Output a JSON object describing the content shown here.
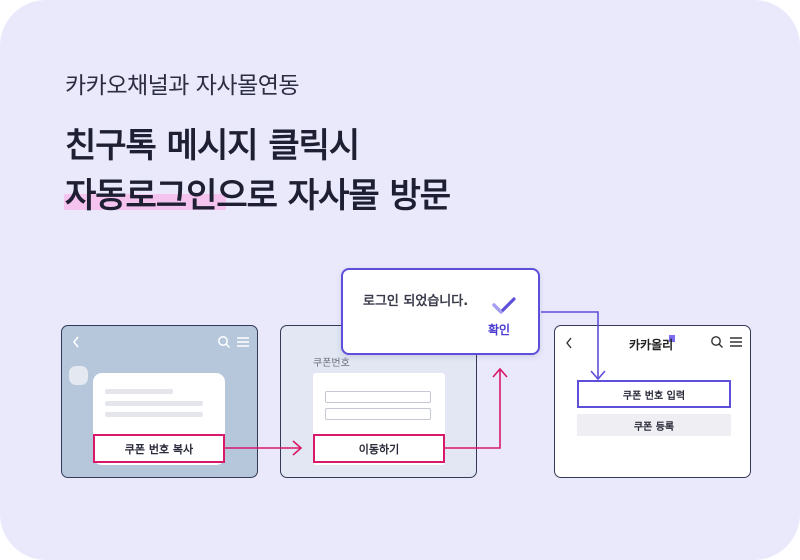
{
  "header": {
    "subtitle": "카카오채널과 자사몰연동",
    "title_line1": "친구톡 메시지 클릭시",
    "title_line2": "자동로그인으로 자사몰 방문"
  },
  "screen1": {
    "button_label": "쿠폰 번호 복사"
  },
  "screen2": {
    "field_label": "쿠폰번호",
    "button_label": "이동하기"
  },
  "dialog": {
    "message": "로그인 되었습니다.",
    "confirm_label": "확인"
  },
  "screen3": {
    "logo": "카카올리",
    "coupon_input_label": "쿠폰 번호 입력",
    "register_button_label": "쿠폰 등록"
  },
  "colors": {
    "background": "#eae9fb",
    "highlight": "#f4c3ee",
    "pink_accent": "#d8186b",
    "purple_accent": "#5e4fdb"
  },
  "icons": [
    "back-icon",
    "search-icon",
    "menu-icon",
    "check-icon"
  ]
}
